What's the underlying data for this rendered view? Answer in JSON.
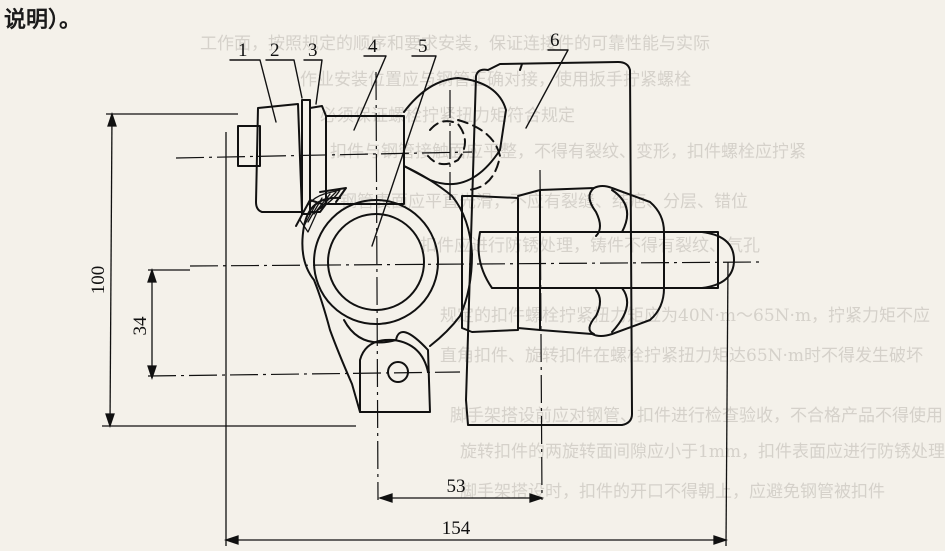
{
  "caption_fragment": "说明）。",
  "background_text": [
    "工作面，按照规定的顺序和要求安装，保证连接件的可靠性能与实际",
    "作业安装位置应与钢管正确对接，使用扳手拧紧螺栓",
    "必须保证螺栓拧紧扭力矩符合规定",
    "扣件与钢管接触面应平整，不得有裂纹、变形，扣件螺栓应拧紧",
    "钢管表面应平直光滑，不应有裂缝、结疤、分层、错位",
    "扣件应进行防锈处理，铸件不得有裂纹、气孔",
    "规定的扣件螺栓拧紧扭力矩应为40N·m～65N·m，拧紧力矩不应",
    "直角扣件、旋转扣件在螺栓拧紧扭力矩达65N·m时不得发生破坏",
    "脚手架搭设前应对钢管、扣件进行检查验收，不合格产品不得使用",
    "旋转扣件的两旋转面间隙应小于1mm，扣件表面应进行防锈处理",
    "脚手架搭设时，扣件的开口不得朝上，应避免钢管被扣件"
  ],
  "part_labels": [
    "1",
    "2",
    "3",
    "4",
    "5",
    "6"
  ],
  "dimensions": {
    "height_total": "100",
    "height_partial": "34",
    "width_partial": "53",
    "width_total": "154"
  }
}
